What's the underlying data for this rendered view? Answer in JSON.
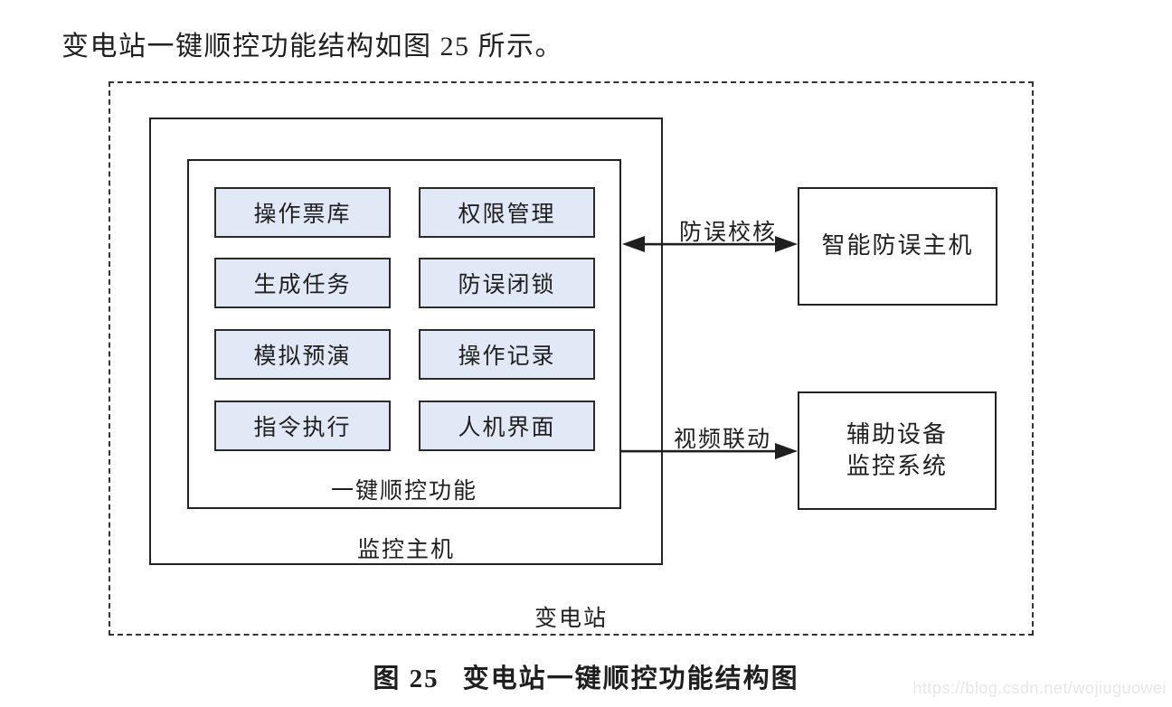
{
  "page": {
    "intro_text": "变电站一键顺控功能结构如图 25 所示。",
    "caption_number": "图 25",
    "caption_title": "变电站一键顺控功能结构图",
    "watermark": "https://blog.csdn.net/wojiuguowei"
  },
  "diagram": {
    "substation_label": "变电站",
    "monitor_host_label": "监控主机",
    "sequence_control_label": "一键顺控功能",
    "modules": {
      "left": [
        "操作票库",
        "生成任务",
        "模拟预演",
        "指令执行"
      ],
      "right": [
        "权限管理",
        "防误闭锁",
        "操作记录",
        "人机界面"
      ]
    },
    "connections": {
      "anti_misoperation_check": {
        "label": "防误校核",
        "arrow": "double"
      },
      "video_linkage": {
        "label": "视频联动",
        "arrow": "single"
      }
    },
    "external": {
      "anti_misoperation_host": {
        "label": "智能防误主机"
      },
      "aux_monitoring_system": {
        "line1": "辅助设备",
        "line2": "监控系统"
      }
    },
    "colors": {
      "module_fill": "#e0e9f5",
      "line_color": "#1f1f1f"
    }
  }
}
